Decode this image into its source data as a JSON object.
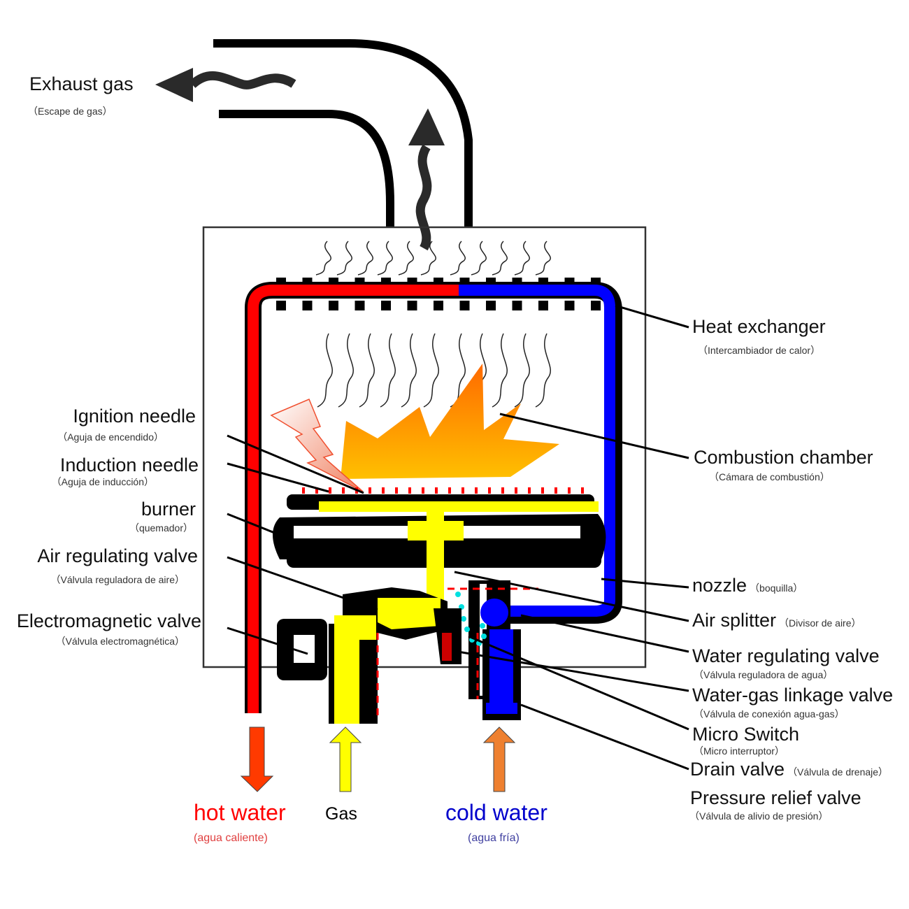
{
  "title": "Gas water heater components",
  "colors": {
    "hot": "#ff0000",
    "cold": "#0000ff",
    "gas": "#ffff00",
    "flame_top": "#ff6a00",
    "flame_bottom": "#ffc000",
    "hot_arrow": "#ff3a00",
    "cold_arrow": "#ee8030",
    "outline": "#000000",
    "exhaust": "#2a2a2a"
  },
  "exhaust": {
    "label": "Exhaust gas",
    "sublabel": "（Escape de gas）"
  },
  "left_labels": [
    {
      "id": "ignition-needle",
      "label": "Ignition needle",
      "sublabel": "（Aguja de encendido）"
    },
    {
      "id": "induction-needle",
      "label": "Induction needle",
      "sublabel": "（Aguja de inducción）"
    },
    {
      "id": "burner",
      "label": "burner",
      "sublabel": "（quemador）"
    },
    {
      "id": "air-regulating-valve",
      "label": "Air regulating valve",
      "sublabel": "（Válvula reguladora de aire）"
    },
    {
      "id": "electromagnetic-valve",
      "label": "Electromagnetic valve",
      "sublabel": "（Válvula electromagnética）"
    }
  ],
  "right_labels": [
    {
      "id": "heat-exchanger",
      "label": "Heat exchanger",
      "sublabel": "（Intercambiador de calor）"
    },
    {
      "id": "combustion-chamber",
      "label": "Combustion chamber",
      "sublabel": "（Cámara de combustión）"
    },
    {
      "id": "nozzle",
      "label": "nozzle",
      "sublabel": "（boquilla）"
    },
    {
      "id": "air-splitter",
      "label": "Air splitter",
      "sublabel": "（Divisor de aire）"
    },
    {
      "id": "water-regulating-valve",
      "label": "Water regulating valve",
      "sublabel": "（Válvula reguladora de agua）"
    },
    {
      "id": "water-gas-linkage-valve",
      "label": "Water-gas linkage valve",
      "sublabel": "（Válvula de conexión agua-gas）"
    },
    {
      "id": "micro-switch",
      "label": "Micro Switch",
      "sublabel": "（Micro interruptor）"
    },
    {
      "id": "drain-valve",
      "label": "Drain valve",
      "sublabel": "（Válvula de drenaje）"
    },
    {
      "id": "pressure-relief-valve",
      "label": "Pressure relief valve",
      "sublabel": "（Válvula de alivio de presión）"
    }
  ],
  "flows": {
    "hot_water": {
      "label": "hot water",
      "sublabel": "(agua caliente)",
      "color": "#ff0000",
      "subcolor": "#e04040"
    },
    "gas": {
      "label": "Gas",
      "color": "#000000"
    },
    "cold_water": {
      "label": "cold water",
      "sublabel": "(agua fría)",
      "color": "#0000cc",
      "subcolor": "#4040a0"
    }
  }
}
